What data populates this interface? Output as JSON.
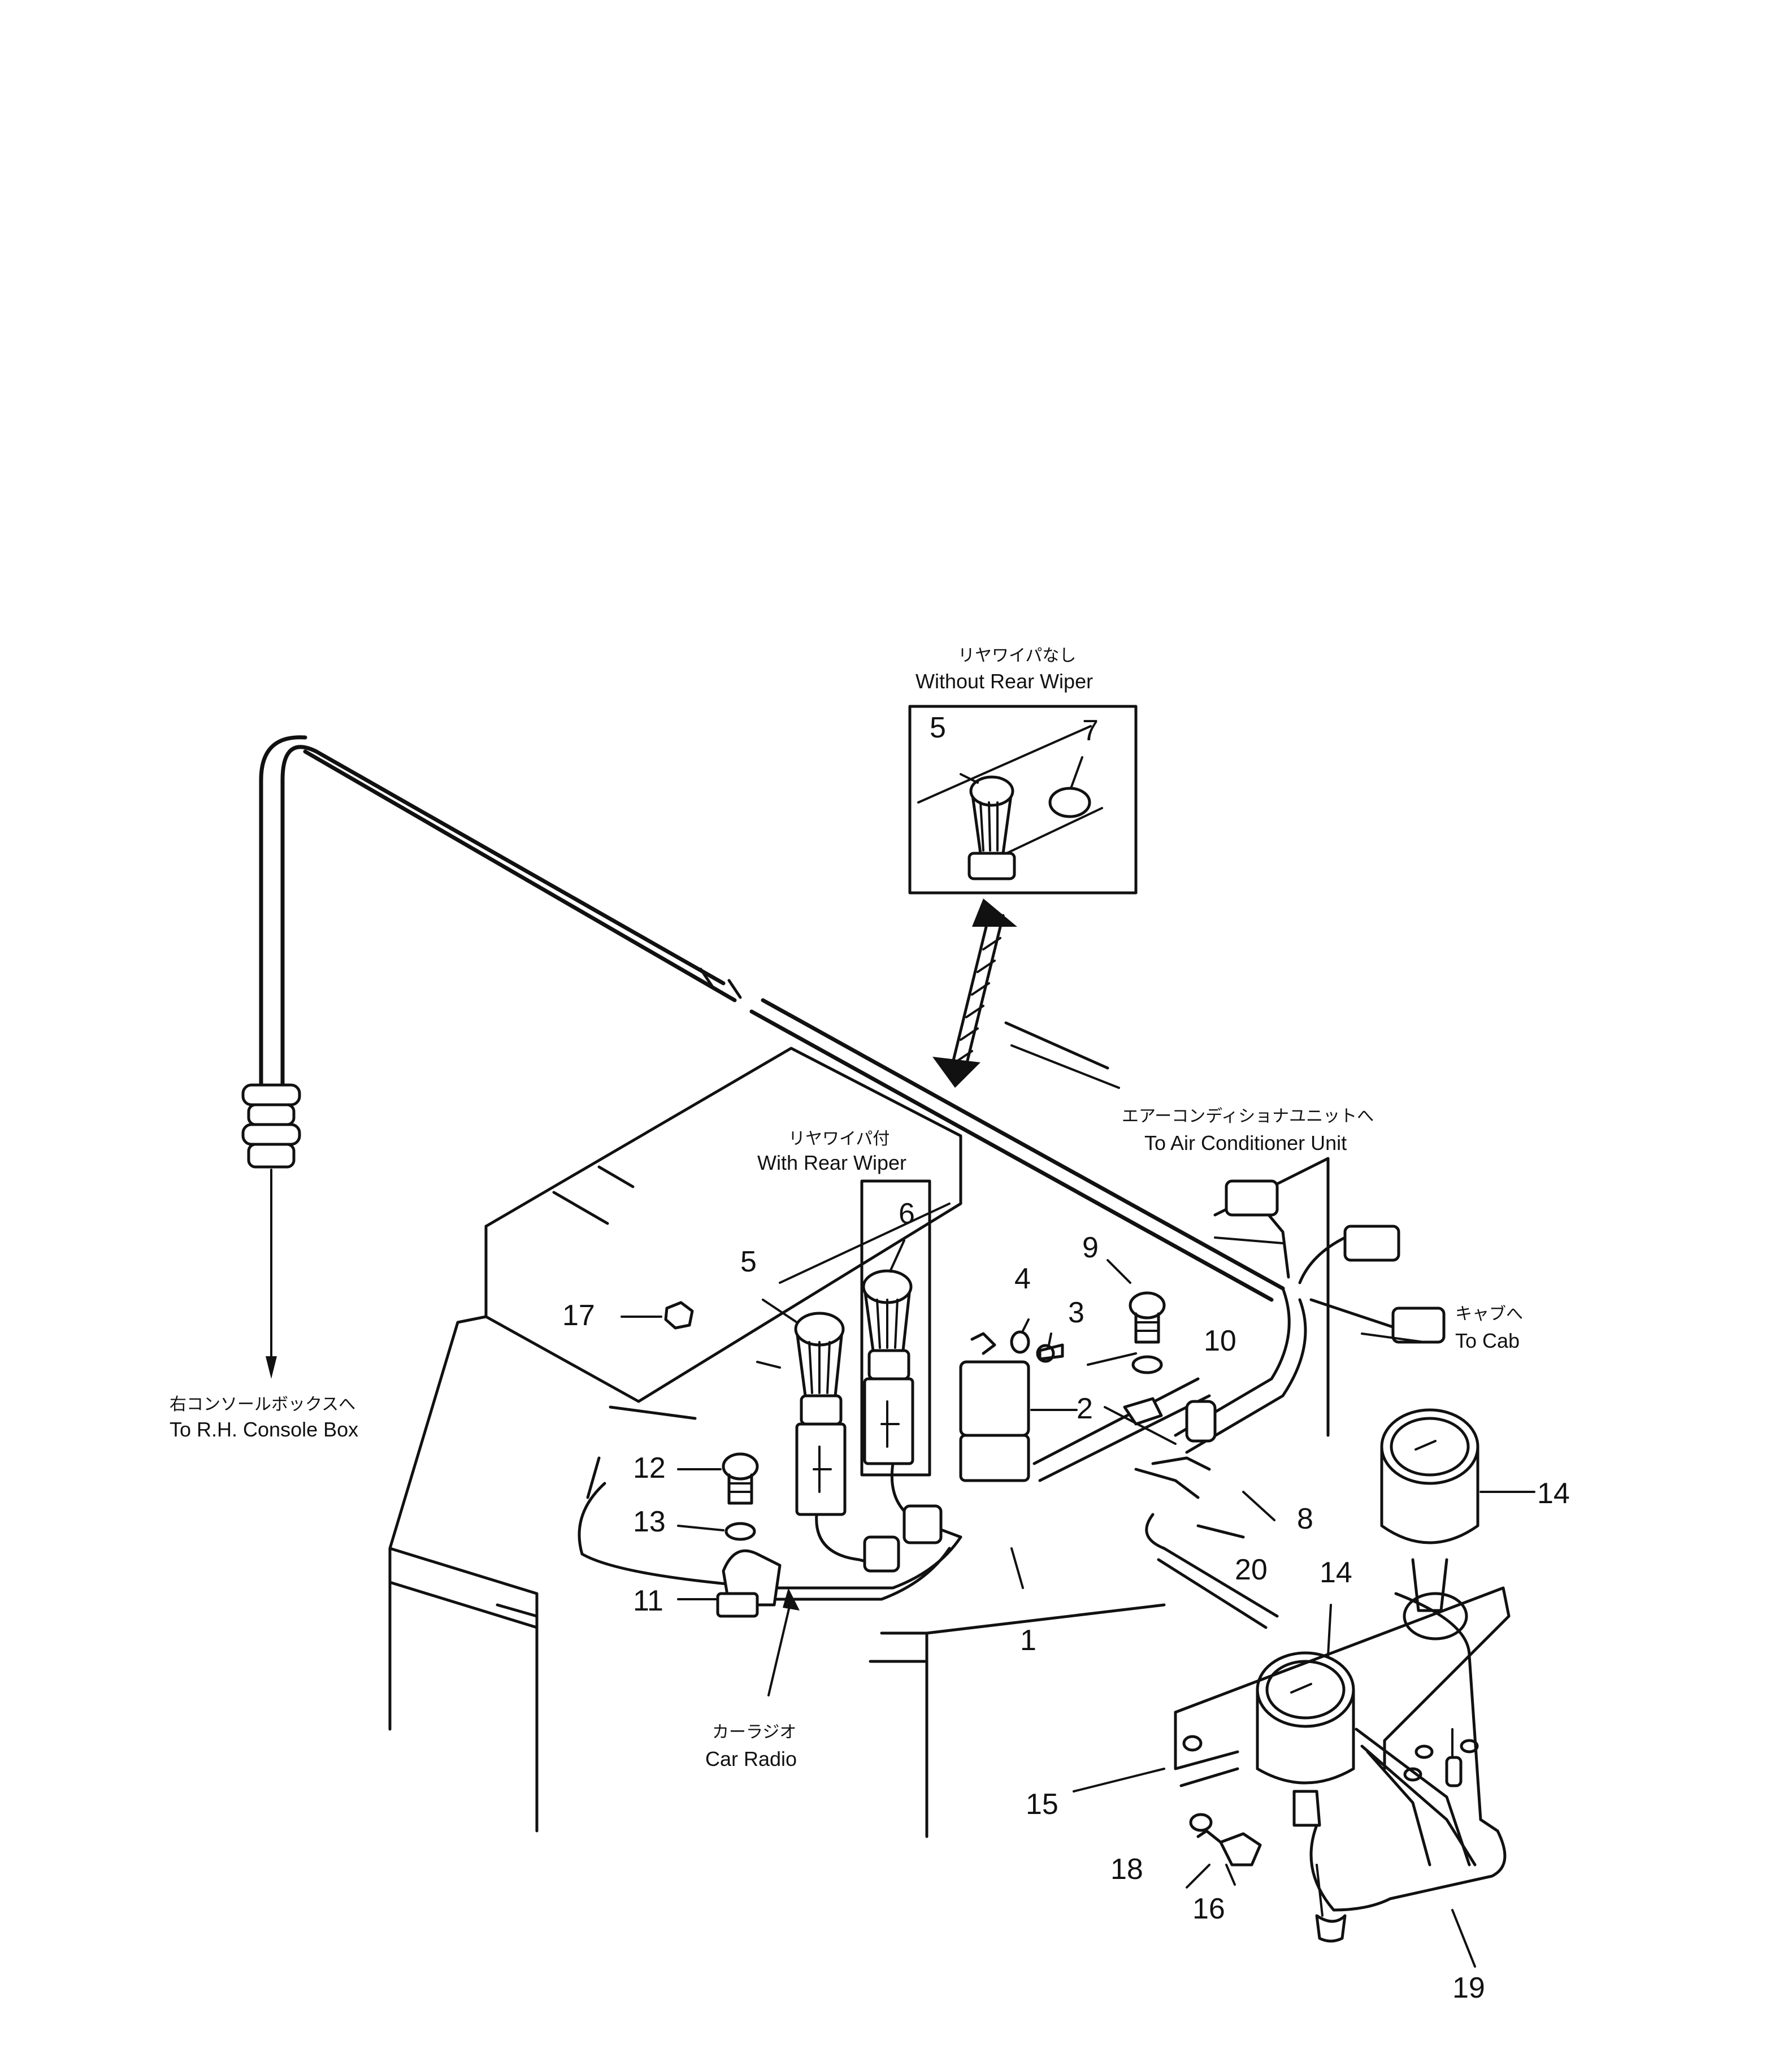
{
  "callouts": {
    "without_rear_wiper": {
      "jp": "リヤワイパなし",
      "en": "Without Rear Wiper"
    },
    "with_rear_wiper": {
      "jp": "リヤワイパ付",
      "en": "With Rear Wiper"
    },
    "to_air_conditioner": {
      "jp": "エアーコンディショナユニットへ",
      "en": "To Air Conditioner Unit"
    },
    "to_cab": {
      "jp": "キャブへ",
      "en": "To Cab"
    },
    "to_console_box": {
      "jp": "右コンソールボックスへ",
      "en": "To R.H. Console Box"
    },
    "car_radio": {
      "jp": "カーラジオ",
      "en": "Car Radio"
    }
  },
  "part_numbers": {
    "p1": "1",
    "p2": "2",
    "p3": "3",
    "p4": "4",
    "p5_inset": "5",
    "p5": "5",
    "p6": "6",
    "p7": "7",
    "p8": "8",
    "p9": "9",
    "p10": "10",
    "p11": "11",
    "p12": "12",
    "p13": "13",
    "p14_upper": "14",
    "p14_lower": "14",
    "p15": "15",
    "p16": "16",
    "p17": "17",
    "p18": "18",
    "p19": "19",
    "p20": "20"
  }
}
